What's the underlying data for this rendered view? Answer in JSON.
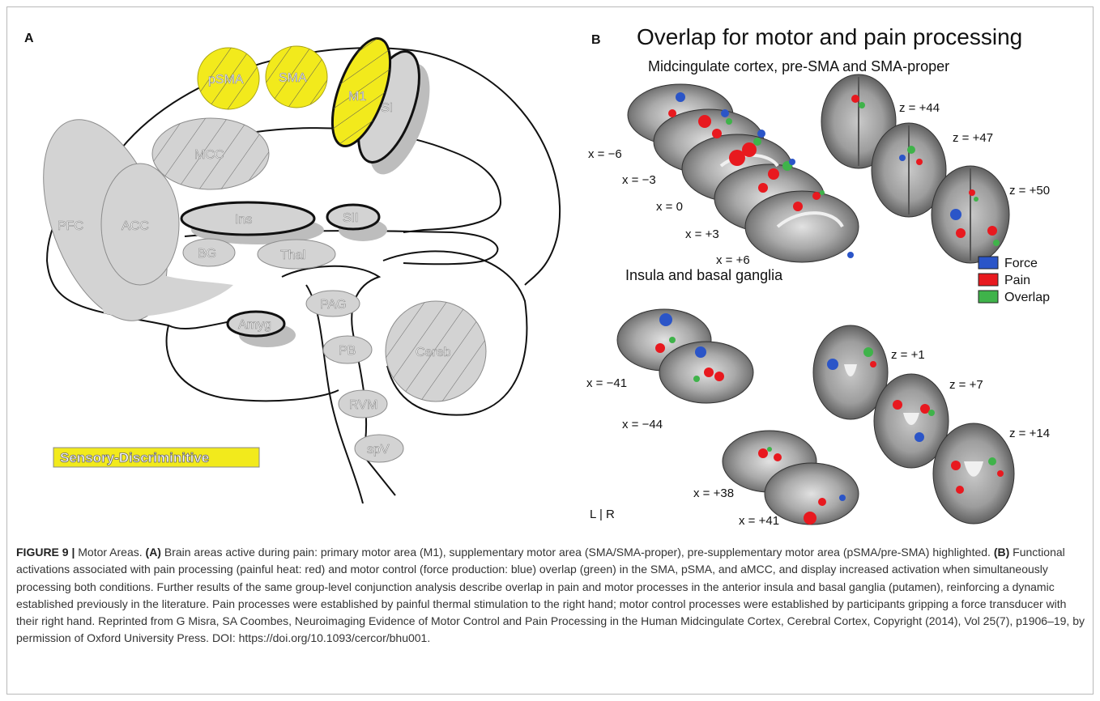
{
  "panel_a": {
    "label": "A",
    "regions": {
      "psma": "pSMA",
      "sma": "SMA",
      "m1": "M1",
      "si": "SI",
      "mcc": "MCC",
      "pfc": "PFC",
      "acc": "ACC",
      "ins": "Ins",
      "sii": "SII",
      "bg": "BG",
      "thal": "Thal",
      "pag": "PAG",
      "amyg": "Amyg",
      "pb": "PB",
      "cereb": "Cereb",
      "rvm": "RVM",
      "spv": "spV"
    },
    "legend_label": "Sensory-Discriminitive",
    "colors": {
      "highlight": "#f2ea1c",
      "region": "#d3d3d3",
      "shadow": "#bdbdbd",
      "region_text": "#ffffff"
    }
  },
  "panel_b": {
    "label": "B",
    "title": "Overlap for motor and pain processing",
    "subtitle_top": "Midcingulate cortex, pre-SMA and SMA-proper",
    "subtitle_bottom": "Insula and basal ganglia",
    "slice_labels_top": {
      "x1": "x = −6",
      "x2": "x = −3",
      "x3": "x = 0",
      "x4": "x = +3",
      "x5": "x = +6",
      "z1": "z = +44",
      "z2": "z = +47",
      "z3": "z = +50"
    },
    "slice_labels_bottom": {
      "x1": "x = −41",
      "x2": "x = −44",
      "x3": "x = +38",
      "x4": "x = +41",
      "z1": "z = +1",
      "z2": "z = +7",
      "z3": "z = +14"
    },
    "legend": [
      {
        "label": "Force",
        "color": "#2b55c8"
      },
      {
        "label": "Pain",
        "color": "#e8191f"
      },
      {
        "label": "Overlap",
        "color": "#3fb34a"
      }
    ],
    "orientation": "L | R"
  },
  "caption": {
    "figure_number": "FIGURE 9 |",
    "title": " Motor Areas. ",
    "a_marker": "(A)",
    "a_text": " Brain areas active during pain: primary motor area (M1), supplementary motor area (SMA/SMA-proper), pre-supplementary motor area (pSMA/pre-SMA) highlighted. ",
    "b_marker": "(B)",
    "b_text": " Functional activations associated with pain processing (painful heat: red) and motor control (force production: blue) overlap (green) in the SMA, pSMA, and aMCC, and display increased activation when simultaneously processing both conditions. Further results of the same group-level conjunction analysis describe overlap in pain and motor processes in the anterior insula and basal ganglia (putamen), reinforcing a dynamic established previously in the literature. Pain processes were established by painful thermal stimulation to the right hand; motor control processes were established by participants gripping a force transducer with their right hand. Reprinted from G Misra, SA Coombes, Neuroimaging Evidence of Motor Control and Pain Processing in the Human Midcingulate Cortex, Cerebral Cortex, Copyright (2014), Vol 25(7), p1906–19, by permission of Oxford University Press. DOI: https://doi.org/10.1093/cercor/bhu001."
  }
}
